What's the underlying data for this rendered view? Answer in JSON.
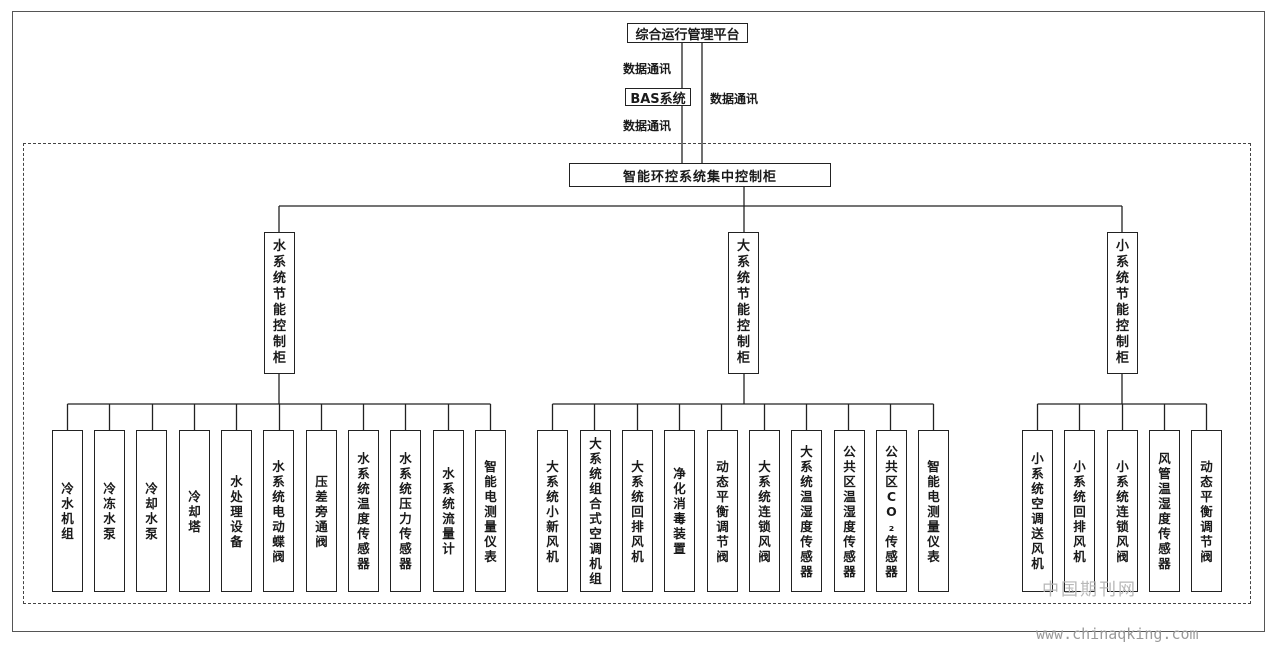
{
  "top_box": "综合运行管理平台",
  "bas_box": "BAS系统",
  "comm_label_1": "数据通讯",
  "comm_label_2": "数据通讯",
  "comm_label_3": "数据通讯",
  "central_box": "智能环控系统集中控制柜",
  "cabinets": [
    {
      "label": "水系统节能控制柜",
      "leaves": [
        "冷水机组",
        "冷冻水泵",
        "冷却水泵",
        "冷却塔",
        "水处理设备",
        "水系统电动蝶阀",
        "压差旁通阀",
        "水系统温度传感器",
        "水系统压力传感器",
        "水系统流量计",
        "智能电测量仪表"
      ]
    },
    {
      "label": "大系统节能控制柜",
      "leaves": [
        "大系统小新风机",
        "大系统组合式空调机组",
        "大系统回排风机",
        "净化消毒装置",
        "动态平衡调节阀",
        "大系统连锁风阀",
        "大系统温湿度传感器",
        "公共区温湿度传感器",
        "公共区CO₂传感器",
        "智能电测量仪表"
      ]
    },
    {
      "label": "小系统节能控制柜",
      "leaves": [
        "小系统空调送风机",
        "小系统回排风机",
        "小系统连锁风阀",
        "风管温湿度传感器",
        "动态平衡调节阀"
      ]
    }
  ],
  "watermark_cn": "中国期刊网",
  "watermark_url": "www.chinaqking.com"
}
